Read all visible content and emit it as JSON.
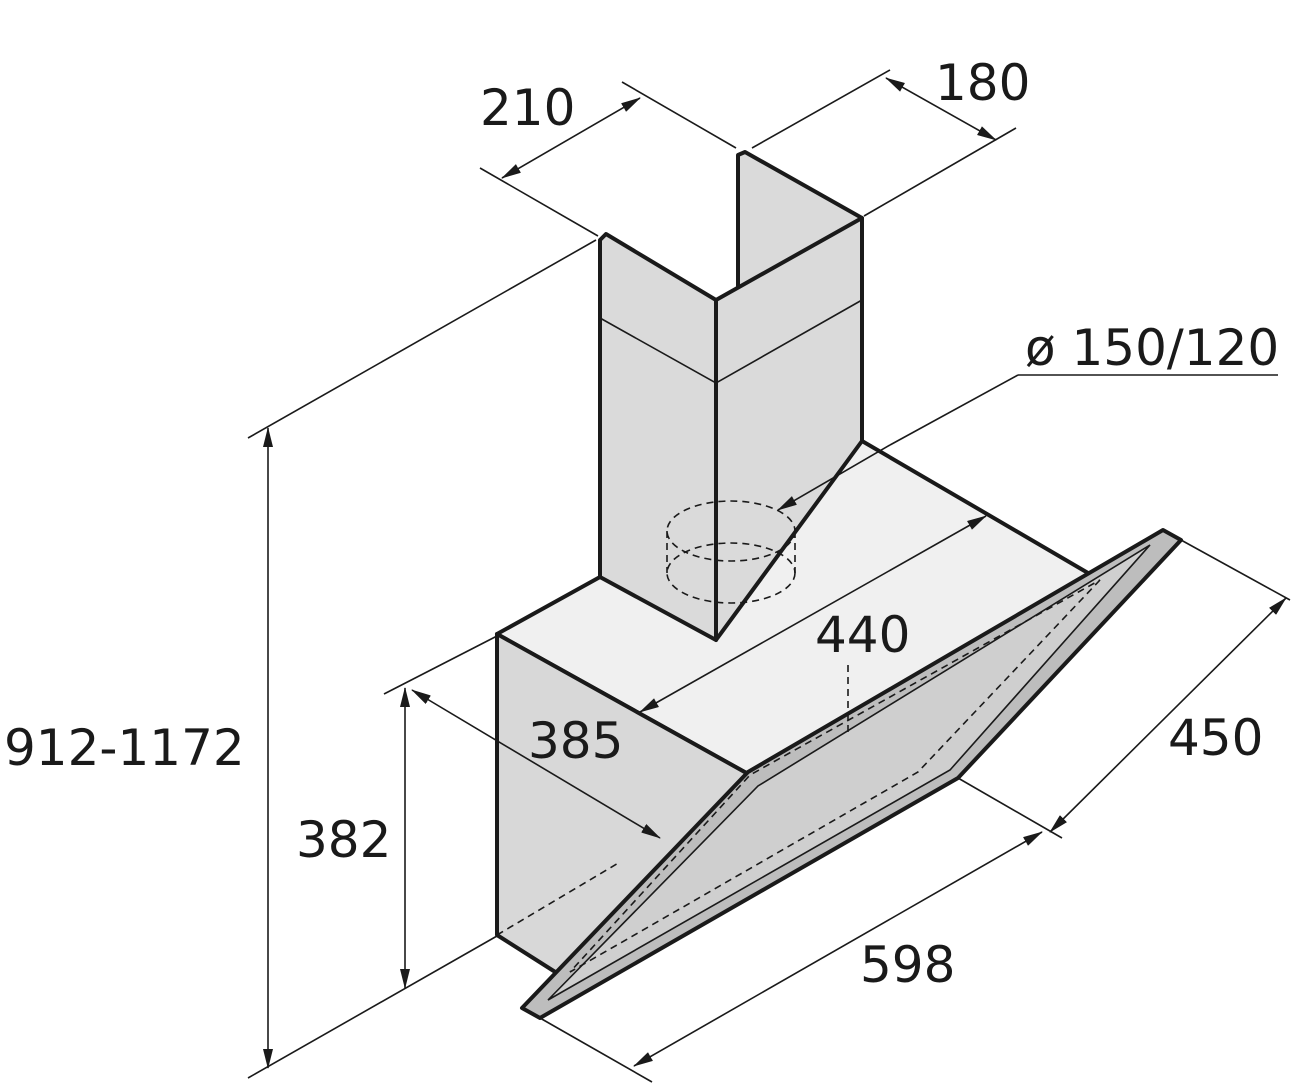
{
  "colors": {
    "line": "#1a1a1a",
    "chimney_face": "#dadada",
    "body_top": "#f0f0f0",
    "body_side": "#d8d8d8",
    "glass_panel": "#cfcfcf",
    "glass_edge": "#bdbdbd"
  },
  "dimensions": {
    "chimney_depth": "210",
    "chimney_width": "180",
    "duct_diameter": "ø 150/120",
    "body_depth_top": "440",
    "body_side_depth": "385",
    "glass_depth": "450",
    "total_height": "912-1172",
    "body_height": "382",
    "width": "598"
  }
}
